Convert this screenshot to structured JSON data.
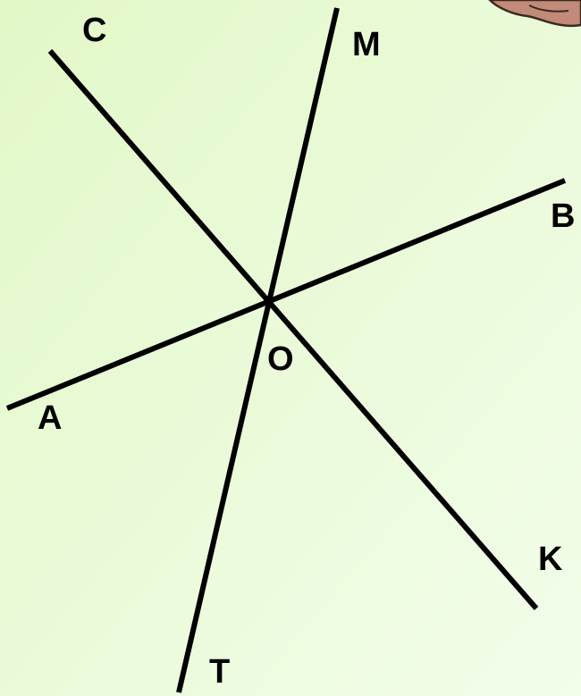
{
  "colors": {
    "background_top_left": "#e2f8c8",
    "background_bottom_right": "#f2fdea",
    "line": "#000000",
    "label": "#000000",
    "corner_shape_fill": "#c28a78",
    "corner_shape_stroke": "#3a2a22"
  },
  "lines": [
    {
      "name": "line-ab",
      "from": "A",
      "to": "B"
    },
    {
      "name": "line-ck",
      "from": "C",
      "to": "K"
    },
    {
      "name": "line-mt",
      "from": "M",
      "to": "T"
    }
  ],
  "points": {
    "A": "A",
    "B": "B",
    "C": "C",
    "K": "K",
    "M": "M",
    "T": "T",
    "O": "O"
  },
  "decoration": {
    "corner_shape": "partial-brown-blob-top-right"
  }
}
